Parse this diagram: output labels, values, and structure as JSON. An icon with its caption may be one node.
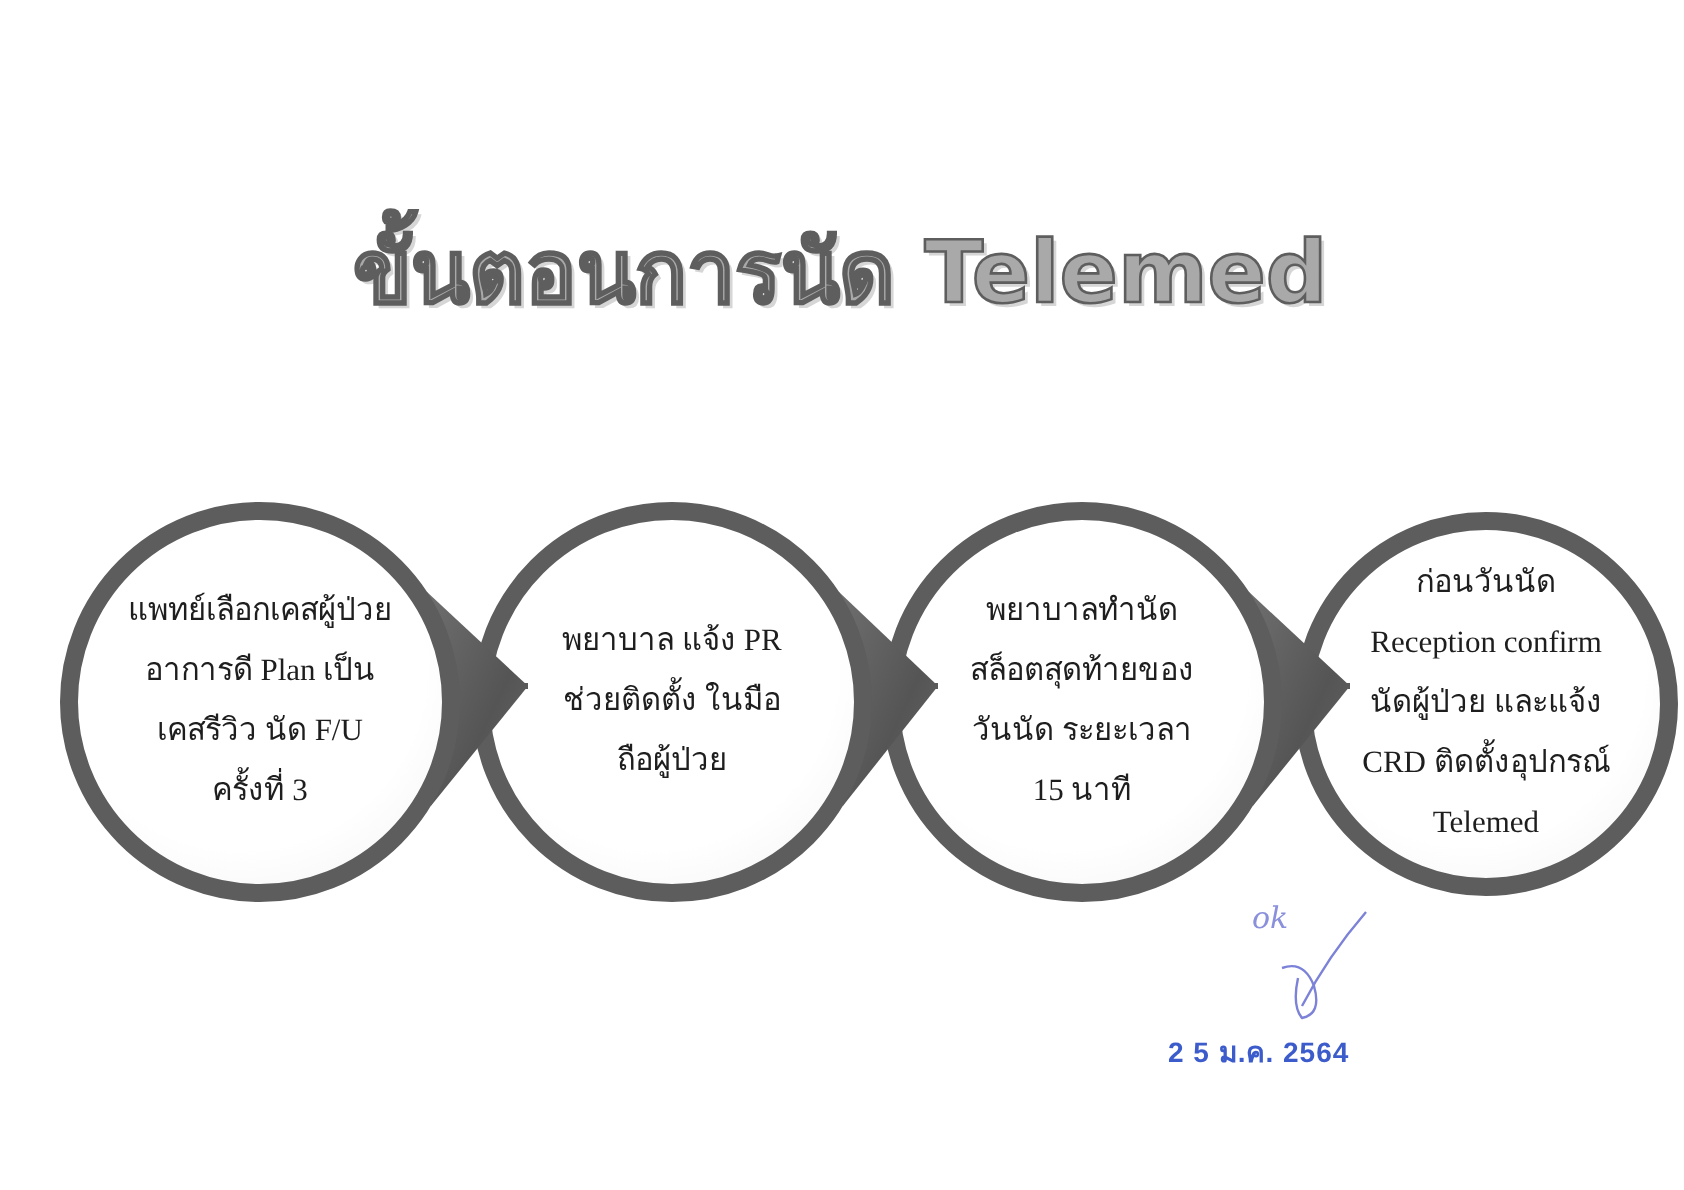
{
  "diagram": {
    "title": "ขั้นตอนการนัด Telemed",
    "nodes": [
      {
        "text": [
          "แพทย์เลือกเคสผู้ป่วยอาการดี Plan เป็นเคสรีวิว นัด F/U ครั้งที่ 3"
        ]
      },
      {
        "text": [
          "พยาบาล แจ้ง PR ช่วยติดตั้ง ในมือถือผู้ป่วย"
        ]
      },
      {
        "text": [
          "พยาบาลทำนัดสล็อตสุดท้ายของวันนัด ระยะเวลา 15 นาที"
        ]
      },
      {
        "text": [
          "ก่อนวันนัด Reception confirm นัดผู้ป่วย และแจ้ง CRD ติดตั้งอุปกรณ์ Telemed"
        ]
      }
    ],
    "edges": [
      {
        "from": 0,
        "to": 1,
        "arrow": "to"
      },
      {
        "from": 1,
        "to": 2,
        "arrow": "to"
      },
      {
        "from": 2,
        "to": 3,
        "arrow": "to"
      }
    ],
    "labels": [
      "ok",
      "2 5 ม.ค. 2564"
    ]
  }
}
